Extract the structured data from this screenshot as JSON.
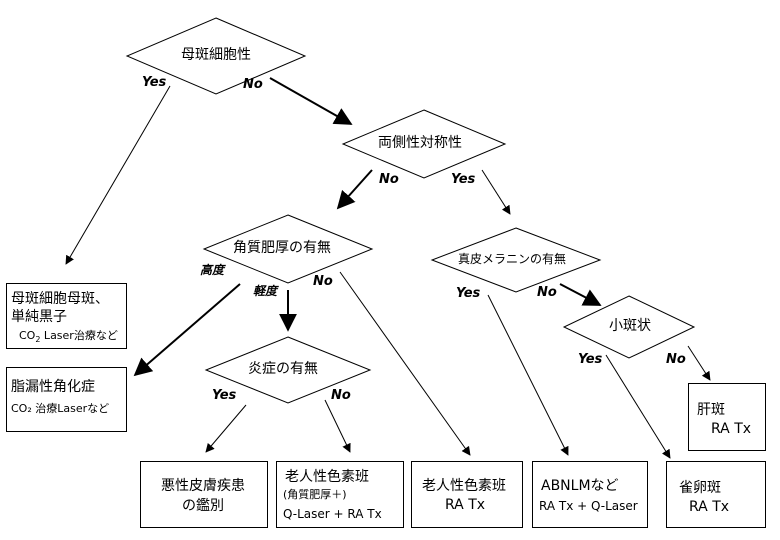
{
  "decisions": {
    "nevus_cell": "母斑細胞性",
    "symmetry": "両側性対称性",
    "hyperkeratosis": "角質肥厚の有無",
    "dermal_melanin": "真皮メラニンの有無",
    "inflammation": "炎症の有無",
    "small_spots": "小斑状"
  },
  "edges": {
    "yes": "Yes",
    "no": "No",
    "high": "高度",
    "mild": "軽度"
  },
  "outcomes": {
    "nevus": {
      "line1": "母斑細胞母斑、",
      "line2": "単純黒子",
      "line3_pre": "CO",
      "line3_sub": "2",
      "line3_post": " Laser治療など"
    },
    "seb_keratosis": {
      "line1": "脂漏性角化症",
      "line2": "CO₂ 治療Laserなど"
    },
    "malignant": {
      "line1": "悪性皮膚疾患",
      "line2": "の鑑別"
    },
    "senile_mild": {
      "line1": "老人性色素班",
      "line2": "(角質肥厚＋)",
      "line3": "Q-Laser + RA Tx"
    },
    "senile_none": {
      "line1": "老人性色素班",
      "line2": "RA Tx"
    },
    "abnlm": {
      "line1": "ABNLMなど",
      "line2": "RA Tx + Q-Laser"
    },
    "freckles": {
      "line1": "雀卵斑",
      "line2": "RA Tx"
    },
    "melasma": {
      "line1": "肝斑",
      "line2": "RA Tx"
    }
  }
}
